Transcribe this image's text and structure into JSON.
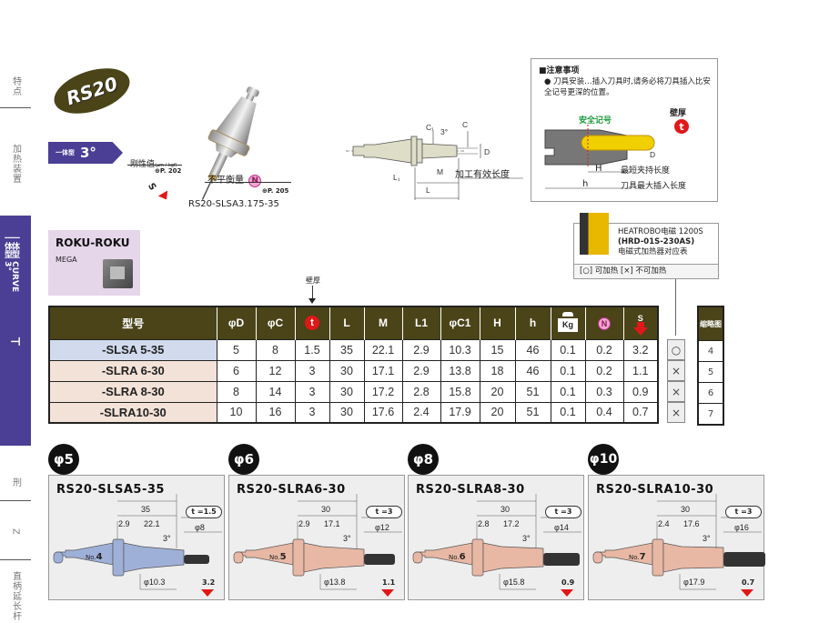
{
  "sidenav": {
    "items": [
      {
        "label": "特点"
      },
      {
        "label": "加热装置"
      },
      {
        "label": "一体型 3° / 一体型 CURVE",
        "line1": "一体型 3°",
        "line2": "一体型 CURVE",
        "active": true
      },
      {
        "label": "刑"
      },
      {
        "label": "Z"
      },
      {
        "label": "直柄延长杆"
      }
    ]
  },
  "header": {
    "series": "RS20",
    "type_small": "一体型",
    "type_angle": "3°",
    "rigidity_label": "刚性值",
    "rigidity_unit": "(μm / kgf)",
    "rigidity_ref": "P. 202",
    "rigidity_symbol": "S",
    "unbalance_label": "不平衡量",
    "unbalance_symbol": "N",
    "unbalance_ref": "P. 205",
    "product_model": "RS20-SLSA3.175-35"
  },
  "drawing": {
    "labels": [
      "C1",
      "3°",
      "C",
      "D",
      "L1",
      "M",
      "L"
    ],
    "effective_length_label": "加工有效长度"
  },
  "caution": {
    "title": "■注意事项",
    "bullet": "● 刀具安装…插入刀具时,请务必将刀具插入比安全记号更深的位置。",
    "safety_mark": "安全记号",
    "wall_label": "壁厚",
    "wall_symbol": "t",
    "d_label": "D",
    "h_upper_label": "H",
    "h_upper_desc": "最短夹持长度",
    "h_lower_label": "h",
    "h_lower_desc": "刀具最大插入长度"
  },
  "machine": {
    "brand": "ROKU-ROKU",
    "model": "MEGA"
  },
  "heatrobo": {
    "line1": "HEATROBO电磁 1200S",
    "line2": "(HRD-01S-230AS)",
    "line3": "电磁式加热器对应表",
    "legend": "[○] 可加热  [×] 不可加热"
  },
  "table": {
    "wall_pointer_label": "壁厚",
    "headers": [
      "型号",
      "φD",
      "φC",
      "t",
      "L",
      "M",
      "L1",
      "φC1",
      "H",
      "h",
      "Kg",
      "N",
      "S"
    ],
    "rows": [
      {
        "model": "-SLSA  5-35",
        "values": [
          "5",
          "8",
          "1.5",
          "35",
          "22.1",
          "2.9",
          "10.3",
          "15",
          "46",
          "0.1",
          "0.2",
          "3.2"
        ],
        "heat": "○",
        "sketch": "4"
      },
      {
        "model": "-SLRA  6-30",
        "values": [
          "6",
          "12",
          "3",
          "30",
          "17.1",
          "2.9",
          "13.8",
          "18",
          "46",
          "0.1",
          "0.2",
          "1.1"
        ],
        "heat": "×",
        "sketch": "5"
      },
      {
        "model": "-SLRA  8-30",
        "values": [
          "8",
          "14",
          "3",
          "30",
          "17.2",
          "2.8",
          "15.8",
          "20",
          "51",
          "0.1",
          "0.3",
          "0.9"
        ],
        "heat": "×",
        "sketch": "6"
      },
      {
        "model": "-SLRA10-30",
        "values": [
          "10",
          "16",
          "3",
          "30",
          "17.6",
          "2.4",
          "17.9",
          "20",
          "51",
          "0.1",
          "0.4",
          "0.7"
        ],
        "heat": "×",
        "sketch": "7"
      }
    ],
    "sketch_header": "缩略图"
  },
  "panels": [
    {
      "badge": "φ5",
      "title": "RS20-SLSA5-35",
      "L": "35",
      "L1": "2.9",
      "M": "22.1",
      "t": "t =1.5",
      "C": "φ8",
      "angle": "3°",
      "C1": "φ10.3",
      "no": "No.",
      "no_num": "4",
      "s_val": "3.2",
      "color": "#9fb0d8"
    },
    {
      "badge": "φ6",
      "title": "RS20-SLRA6-30",
      "L": "30",
      "L1": "2.9",
      "M": "17.1",
      "t": "t =3",
      "C": "φ12",
      "angle": "3°",
      "C1": "φ13.8",
      "no": "No.",
      "no_num": "5",
      "s_val": "1.1",
      "color": "#e8b8a4"
    },
    {
      "badge": "φ8",
      "title": "RS20-SLRA8-30",
      "L": "30",
      "L1": "2.8",
      "M": "17.2",
      "t": "t =3",
      "C": "φ14",
      "angle": "3°",
      "C1": "φ15.8",
      "no": "No.",
      "no_num": "6",
      "s_val": "0.9",
      "color": "#e8b8a4"
    },
    {
      "badge": "φ10",
      "title": "RS20-SLRA10-30",
      "L": "30",
      "L1": "2.4",
      "M": "17.6",
      "t": "t =3",
      "C": "φ16",
      "angle": "3°",
      "C1": "φ17.9",
      "no": "No.",
      "no_num": "7",
      "s_val": "0.7",
      "color": "#e8b8a4"
    }
  ]
}
